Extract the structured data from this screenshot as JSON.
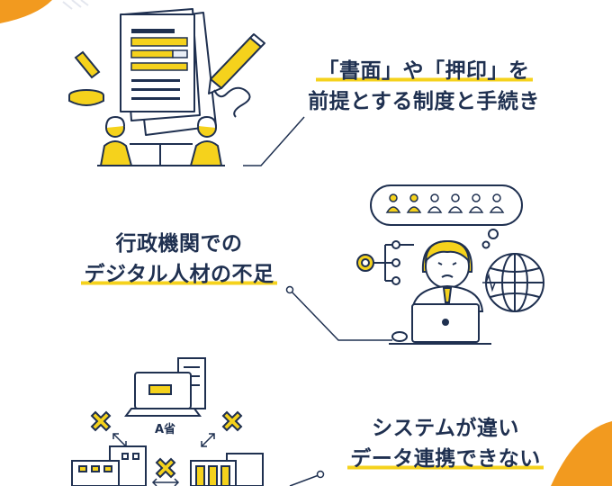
{
  "captions": {
    "paper_seal": {
      "line1": "「書面」や「押印」を",
      "line2": "前提とする制度と手続き"
    },
    "digital_talent": {
      "line1": "行政機関での",
      "line2": "デジタル人材の不足"
    },
    "system_link": {
      "line1": "システムが違い",
      "line2": "データ連携できない"
    }
  },
  "labels": {
    "ministry_a": "A省"
  },
  "colors": {
    "navy": "#1f3050",
    "yellow": "#f5d21c",
    "orange": "#f29a1f",
    "pale": "#e9eef6"
  }
}
